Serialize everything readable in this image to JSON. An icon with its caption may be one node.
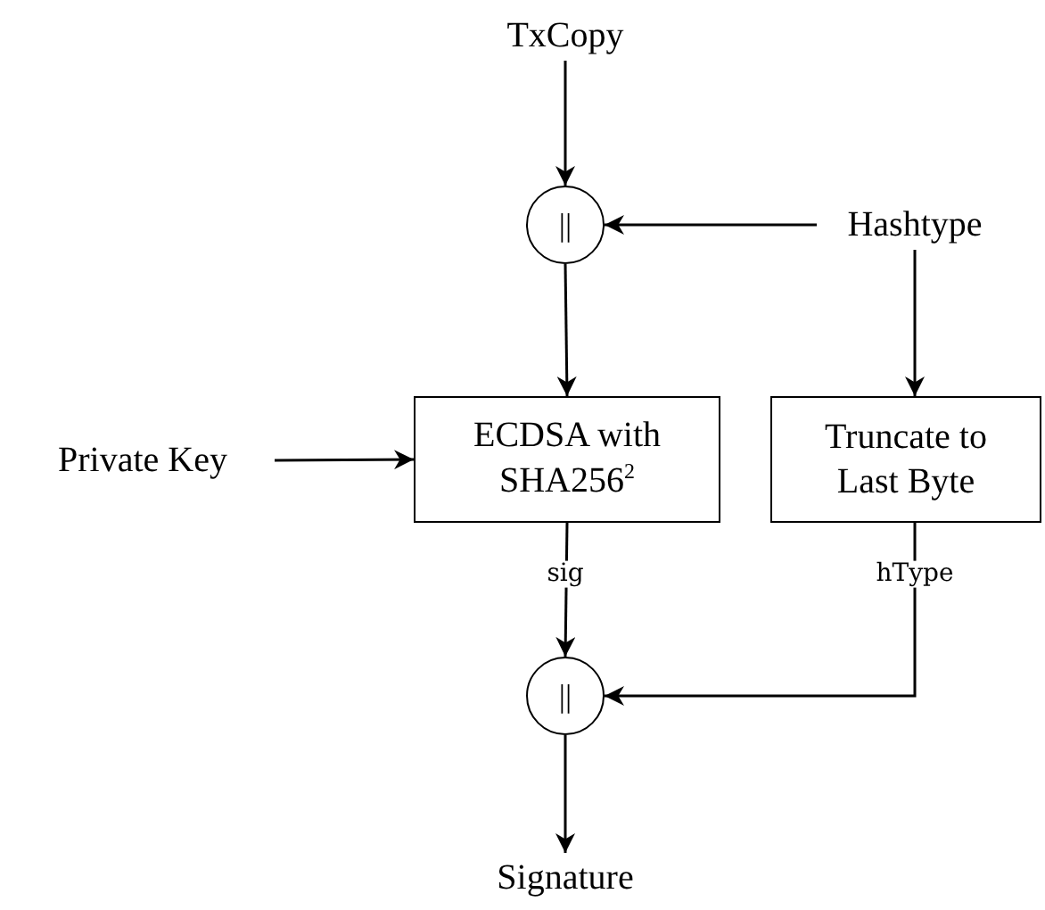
{
  "diagram": {
    "nodes": [
      {
        "text": [
          "TxCopy"
        ]
      },
      {
        "text": [
          "||"
        ]
      },
      {
        "text": [
          "Hashtype"
        ]
      },
      {
        "text": [
          "Private Key"
        ]
      },
      {
        "text": [
          "ECDSA with SHA256$^{2}$"
        ]
      },
      {
        "text": [
          "Truncate to Last Byte"
        ]
      },
      {
        "text": [
          "||"
        ]
      },
      {
        "text": [
          "Signature"
        ]
      }
    ],
    "edges": [
      {
        "from": 0,
        "to": 1,
        "arrow": "to"
      },
      {
        "from": 2,
        "to": 1,
        "arrow": "to"
      },
      {
        "from": 1,
        "to": 4,
        "arrow": "to"
      },
      {
        "from": 2,
        "to": 5,
        "arrow": "to"
      },
      {
        "from": 3,
        "to": 4,
        "arrow": "to"
      },
      {
        "from": 4,
        "to": 6,
        "arrow": "to",
        "label": "sig"
      },
      {
        "from": 5,
        "to": 6,
        "arrow": "to",
        "label": "hType"
      },
      {
        "from": 6,
        "to": 7,
        "arrow": "to"
      }
    ]
  }
}
